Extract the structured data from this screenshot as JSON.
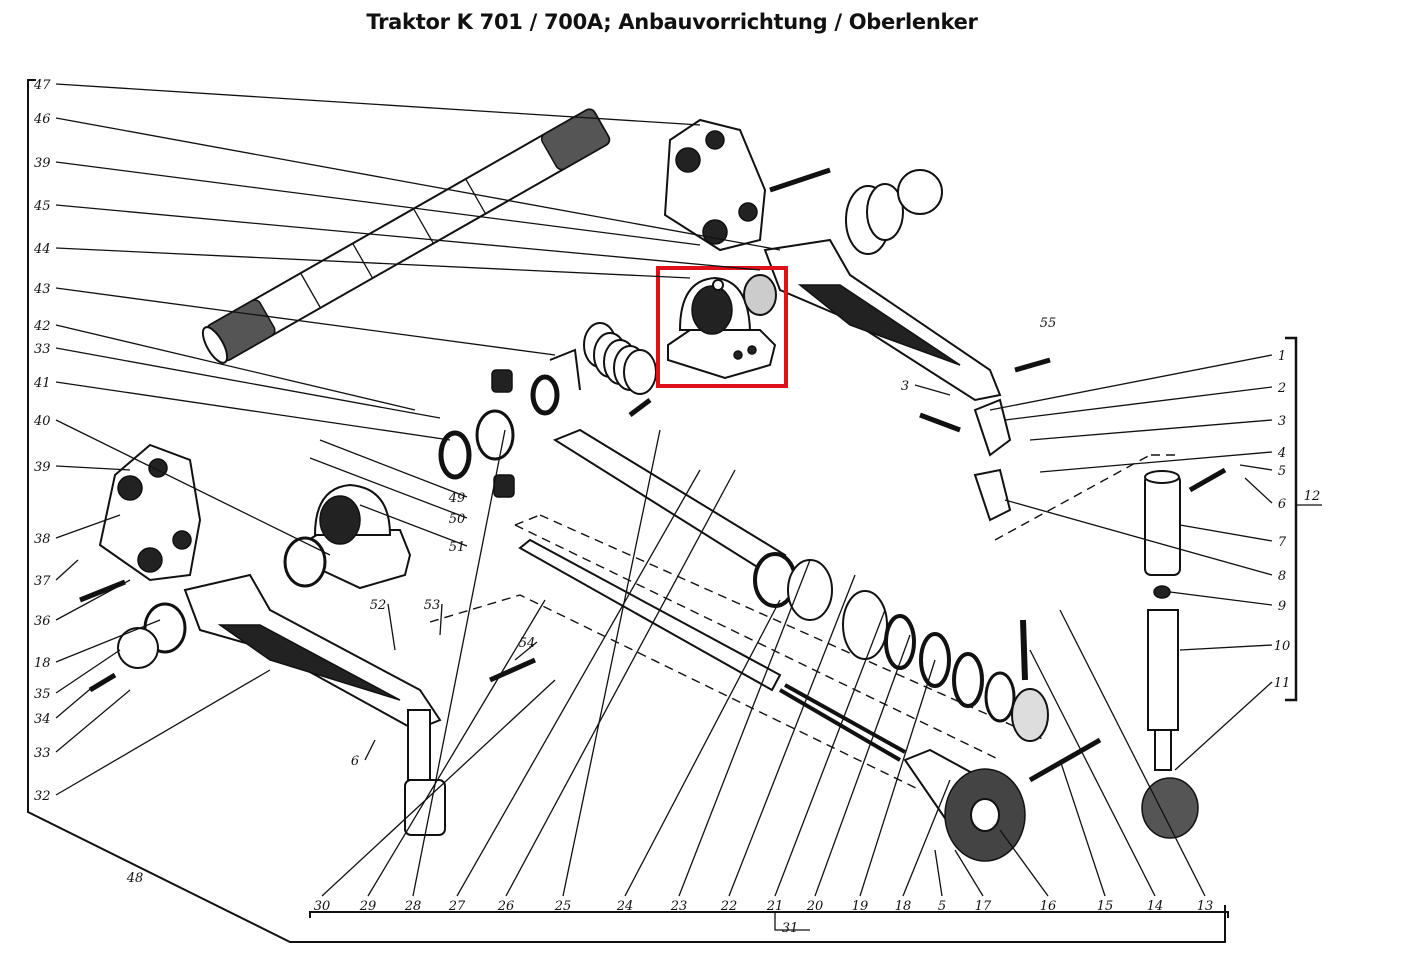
{
  "title": "Traktor K 701 / 700A; Anbauvorrichtung / Oberlenker",
  "highlight_color": "#e0101a",
  "highlighted_part": "44",
  "labels": {
    "left": [
      "47",
      "46",
      "39",
      "45",
      "44",
      "43",
      "42",
      "33",
      "41",
      "40",
      "39",
      "38",
      "37",
      "36",
      "18",
      "35",
      "34",
      "33",
      "32"
    ],
    "bottom": [
      "30",
      "29",
      "28",
      "27",
      "26",
      "25",
      "24",
      "23",
      "22",
      "21",
      "20",
      "19",
      "18",
      "5",
      "17",
      "16",
      "15",
      "14",
      "13"
    ],
    "right": [
      "1",
      "2",
      "3",
      "4",
      "5",
      "6",
      "7",
      "8",
      "9",
      "10",
      "11"
    ],
    "group_right": "12",
    "other": [
      "55",
      "3",
      "49",
      "50",
      "51",
      "52",
      "53",
      "54",
      "6",
      "48",
      "31"
    ]
  }
}
